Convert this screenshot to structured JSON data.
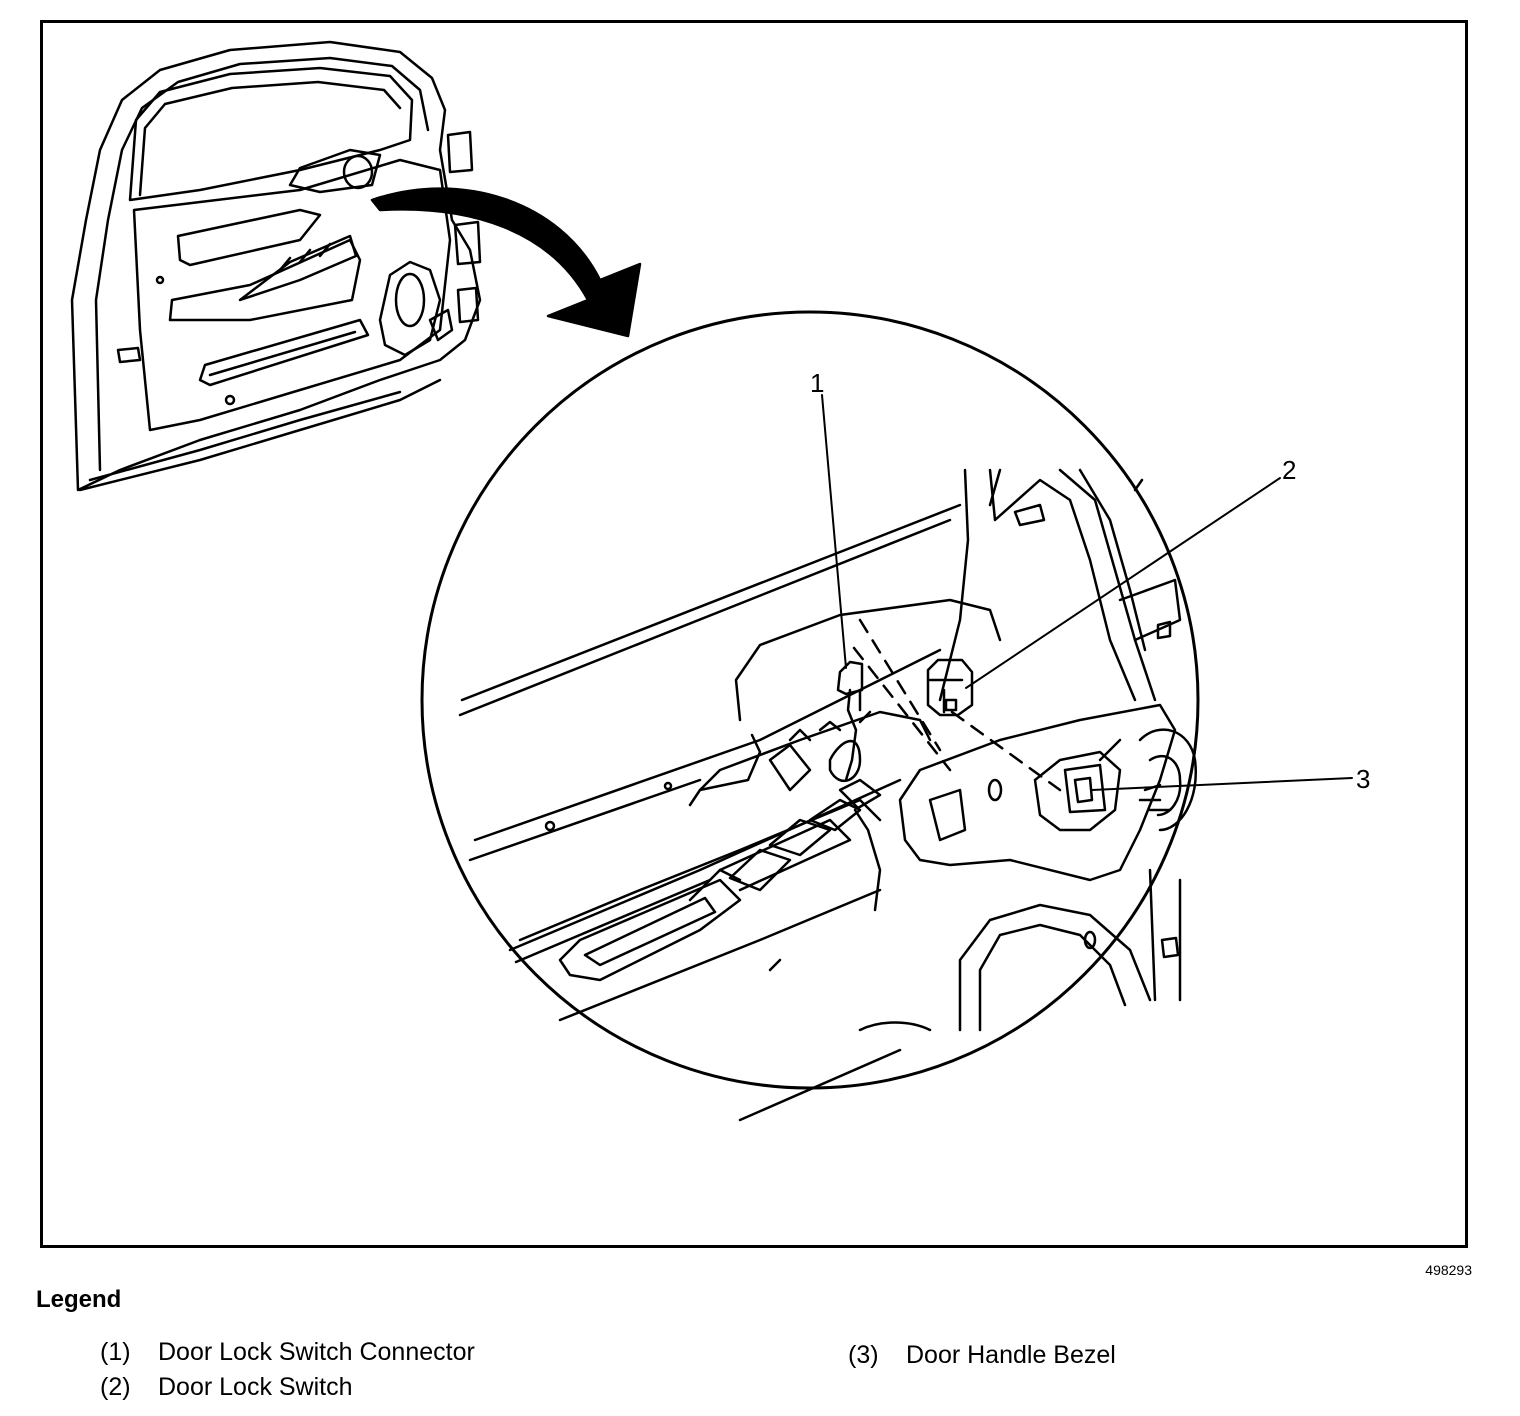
{
  "figure_id": "498293",
  "callouts": [
    "1",
    "2",
    "3"
  ],
  "legend": {
    "title": "Legend",
    "items": [
      {
        "num": "(1)",
        "label": "Door Lock Switch Connector"
      },
      {
        "num": "(2)",
        "label": "Door Lock Switch"
      },
      {
        "num": "(3)",
        "label": "Door Handle Bezel"
      }
    ]
  },
  "colors": {
    "ink": "#000000",
    "paper": "#ffffff"
  }
}
